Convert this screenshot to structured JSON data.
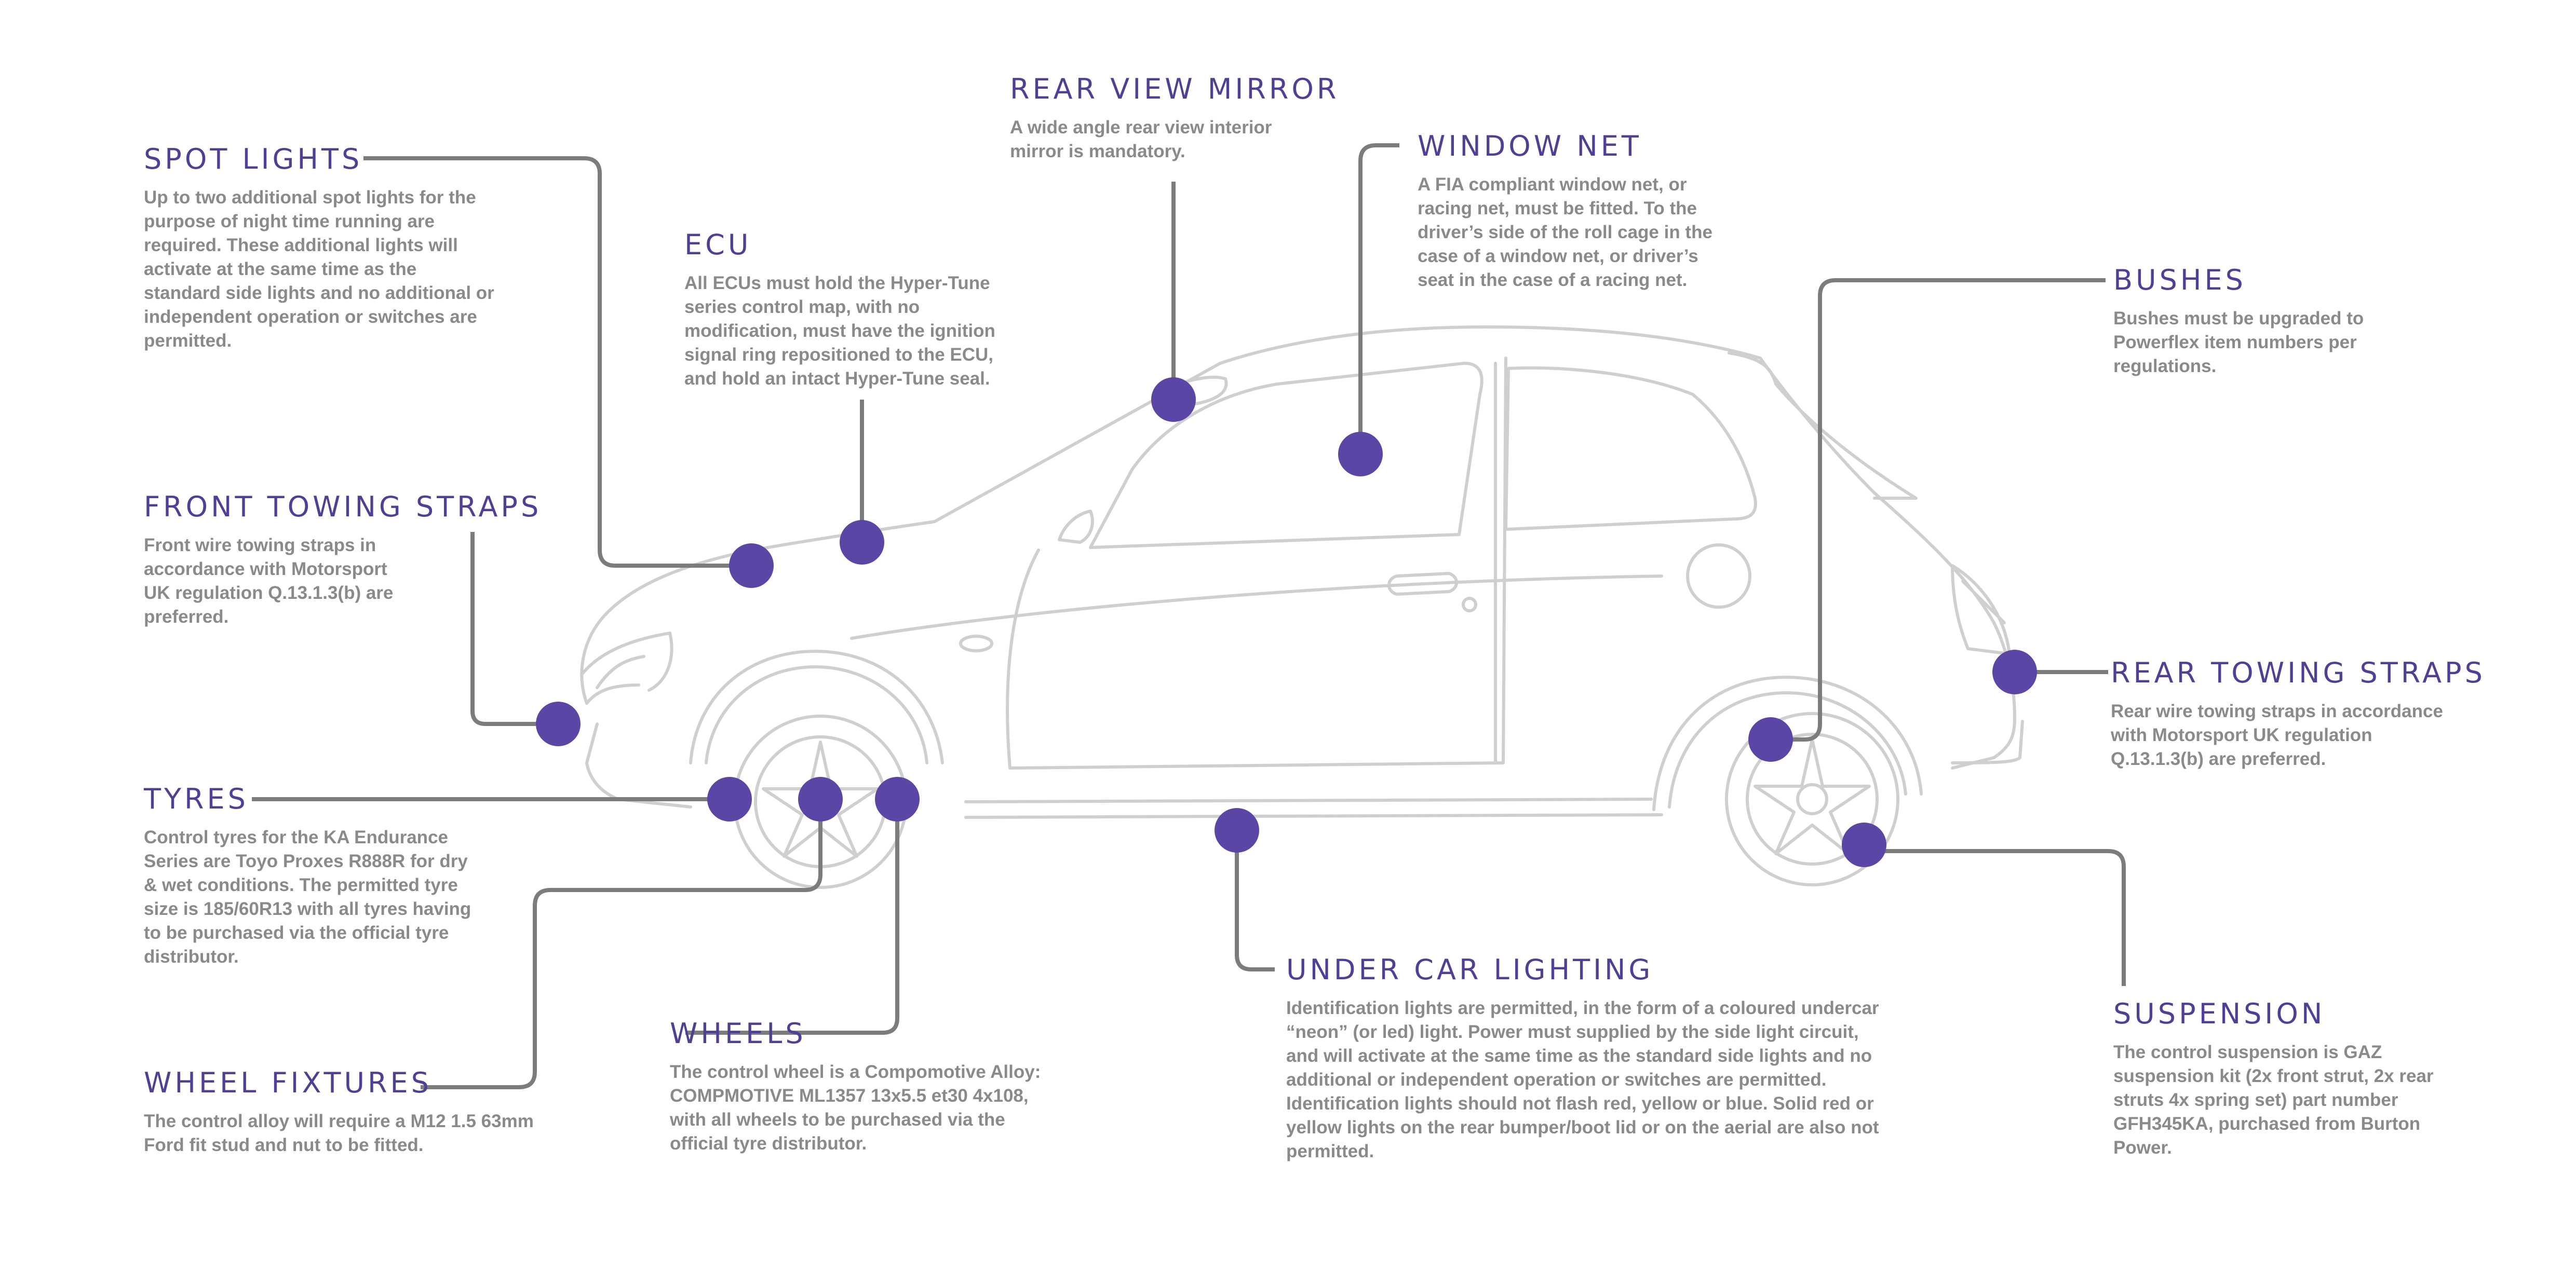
{
  "colors": {
    "heading": "#4f3f95",
    "marker": "#5b46a6",
    "leader_line": "#7c7c7c",
    "body_text": "#8a8a8a",
    "car_outline": "#cfcfcf",
    "background": "#ffffff"
  },
  "callouts": {
    "spot_lights": {
      "title": "SPOT LIGHTS",
      "text": "Up to two additional spot lights for the purpose of night time running are required. These additional lights will activate at the same time as the standard side lights and no additional or independent operation or switches are permitted."
    },
    "ecu": {
      "title": "ECU",
      "text": "All ECUs must hold the Hyper-Tune series control map, with no modification, must have the ignition signal ring repositioned to the ECU, and hold an intact Hyper-Tune seal."
    },
    "rear_view_mirror": {
      "title": "REAR VIEW MIRROR",
      "text": "A wide angle rear view interior mirror is mandatory."
    },
    "window_net": {
      "title": "WINDOW NET",
      "text": "A FIA compliant window net, or racing net, must be fitted. To the driver’s side of the roll cage in the case of a window net, or driver’s seat in the case of a racing net."
    },
    "bushes": {
      "title": "BUSHES",
      "text": "Bushes must be upgraded to Powerflex item numbers per regulations."
    },
    "front_towing_straps": {
      "title": "FRONT TOWING STRAPS",
      "text": "Front wire towing straps in accordance with Motorsport UK regulation Q.13.1.3(b) are preferred."
    },
    "rear_towing_straps": {
      "title": "REAR TOWING STRAPS",
      "text": "Rear wire towing straps in accordance with Motorsport UK regulation Q.13.1.3(b) are preferred."
    },
    "tyres": {
      "title": "TYRES",
      "text": "Control tyres for the KA Endurance Series are Toyo Proxes R888R for dry & wet conditions. The permitted tyre size is 185/60R13 with all tyres having to be purchased via the official tyre distributor."
    },
    "wheels": {
      "title": "WHEELS",
      "text": "The control wheel is a Compomotive Alloy: COMPMOTIVE ML1357 13x5.5 et30 4x108, with all wheels to be purchased via the official tyre distributor."
    },
    "wheel_fixtures": {
      "title": "WHEEL FIXTURES",
      "text": "The control alloy will require a M12 1.5 63mm Ford fit stud and nut to be fitted."
    },
    "under_car_lighting": {
      "title": "UNDER CAR LIGHTING",
      "text": "Identification lights are permitted, in the form of a coloured undercar “neon” (or led) light. Power must supplied by the side light circuit, and will activate at the same time as the standard side lights and no additional or independent operation or switches are permitted. Identification lights should not flash red, yellow or blue. Solid red or yellow lights on the rear bumper/boot lid or on the aerial are also not permitted."
    },
    "suspension": {
      "title": "SUSPENSION",
      "text": "The control suspension is GAZ suspension kit (2x front strut, 2x rear struts 4x spring set) part number GFH345KA, purchased from Burton Power."
    }
  }
}
